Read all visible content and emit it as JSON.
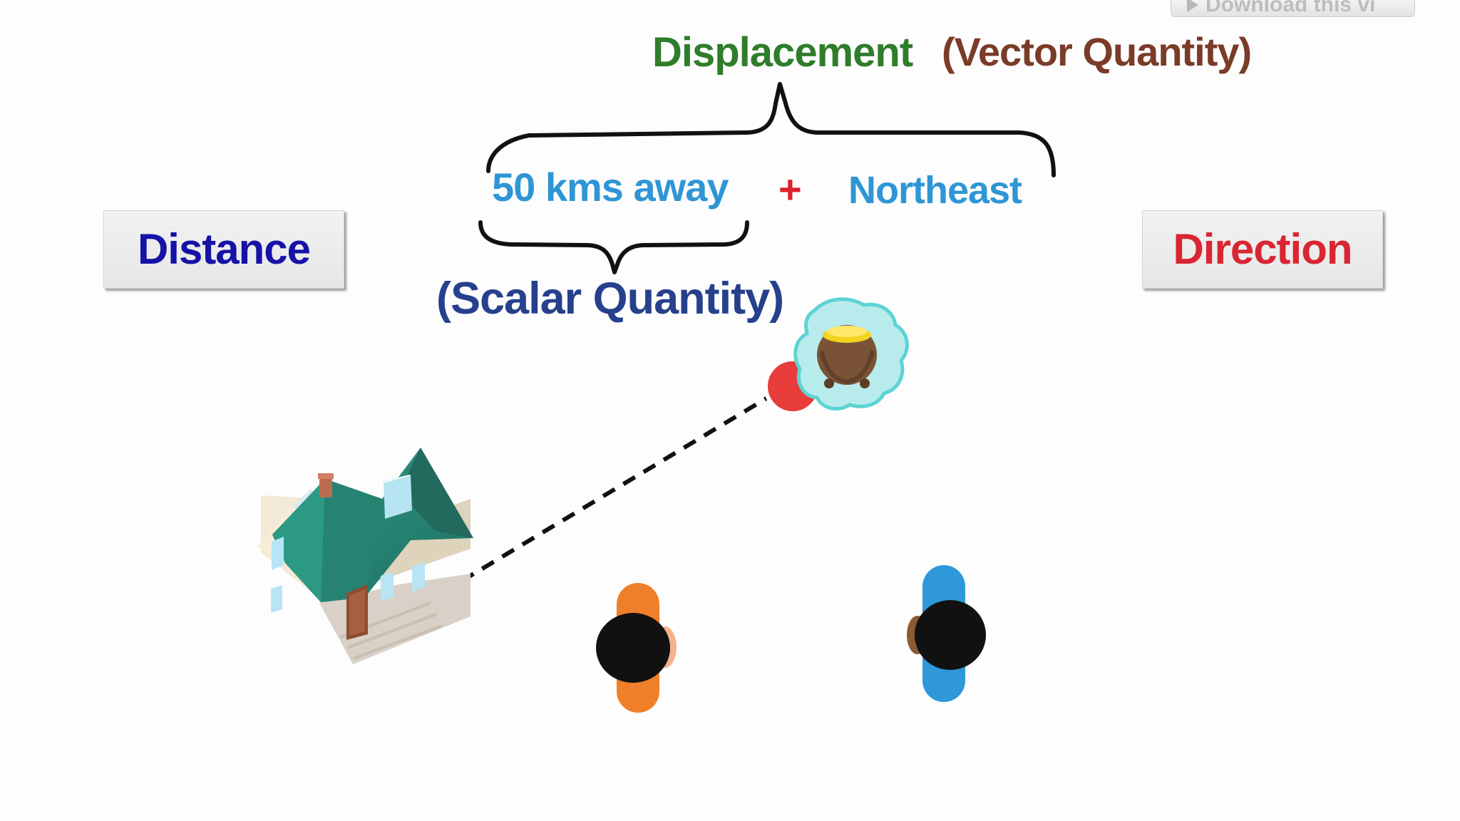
{
  "top_button": {
    "label": "Download this vi",
    "icon": "play-icon"
  },
  "displacement": {
    "label": "Displacement",
    "qualifier": "(Vector Quantity)",
    "colors": {
      "label": "#2f7d2a",
      "qualifier": "#7a3b28"
    }
  },
  "distance_text": "50 kms away",
  "operator": "+",
  "direction_text": "Northeast",
  "scalar_qualifier": "(Scalar Quantity)",
  "boxes": {
    "distance": "Distance",
    "direction": "Direction"
  },
  "icons": {
    "house": "house-icon",
    "treasure": "treasure-pot-icon",
    "marker": "location-marker-icon",
    "person_orange": "person-orange-icon",
    "person_blue": "person-blue-icon"
  },
  "colors": {
    "distance_text": "#2f96d5",
    "direction_text": "#2f96d5",
    "operator": "#de1f2b",
    "scalar_qualifier": "#26408c",
    "distance_box_text": "#1612a8",
    "direction_box_text": "#da2532",
    "house_roof": "#2e8b78",
    "marker": "#e83d3a",
    "pot": "#7a5337",
    "cloud": "#b8ecec",
    "person_orange": "#ef7f28",
    "person_blue": "#2e98d8"
  }
}
